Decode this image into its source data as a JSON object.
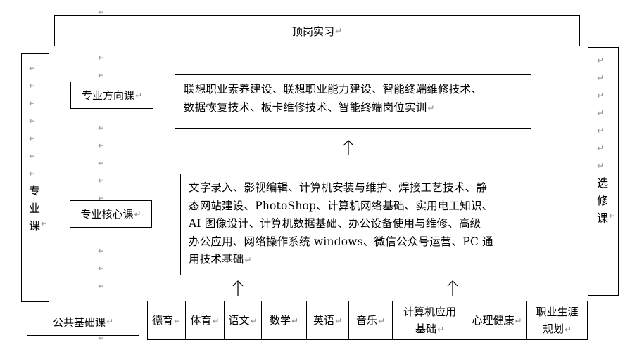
{
  "top": {
    "label": "顶岗实习"
  },
  "left_column": {
    "chars": [
      "专",
      "业",
      "课"
    ]
  },
  "right_column": {
    "chars": [
      "选",
      "修",
      "课"
    ]
  },
  "direction": {
    "label": "专业方向课",
    "content_line1": "联想职业素养建设、联想职业能力建设、智能终端维修技术、",
    "content_line2": "数据恢复技术、板卡维修技术、智能终端岗位实训"
  },
  "core": {
    "label": "专业核心课",
    "content_lines": [
      "文字录入、影视编辑、计算机安装与维护、焊接工艺技术、静",
      "态网站建设、PhotoShop、计算机网络基础、实用电工知识、",
      "AI 图像设计、计算机数据基础、办公设备使用与维修、高级",
      "办公应用、网络操作系统 windows、微信公众号运营、PC 通",
      "用技术基础"
    ]
  },
  "public": {
    "label": "公共基础课",
    "courses": [
      {
        "line1": "德育",
        "line2": ""
      },
      {
        "line1": "体育",
        "line2": ""
      },
      {
        "line1": "语文",
        "line2": ""
      },
      {
        "line1": "数学",
        "line2": ""
      },
      {
        "line1": "英语",
        "line2": ""
      },
      {
        "line1": "音乐",
        "line2": ""
      },
      {
        "line1": "计算机应用",
        "line2": "基础"
      },
      {
        "line1": "心理健康",
        "line2": ""
      },
      {
        "line1": "职业生涯",
        "line2": "规划"
      }
    ]
  },
  "marks": {
    "return": "↵"
  }
}
